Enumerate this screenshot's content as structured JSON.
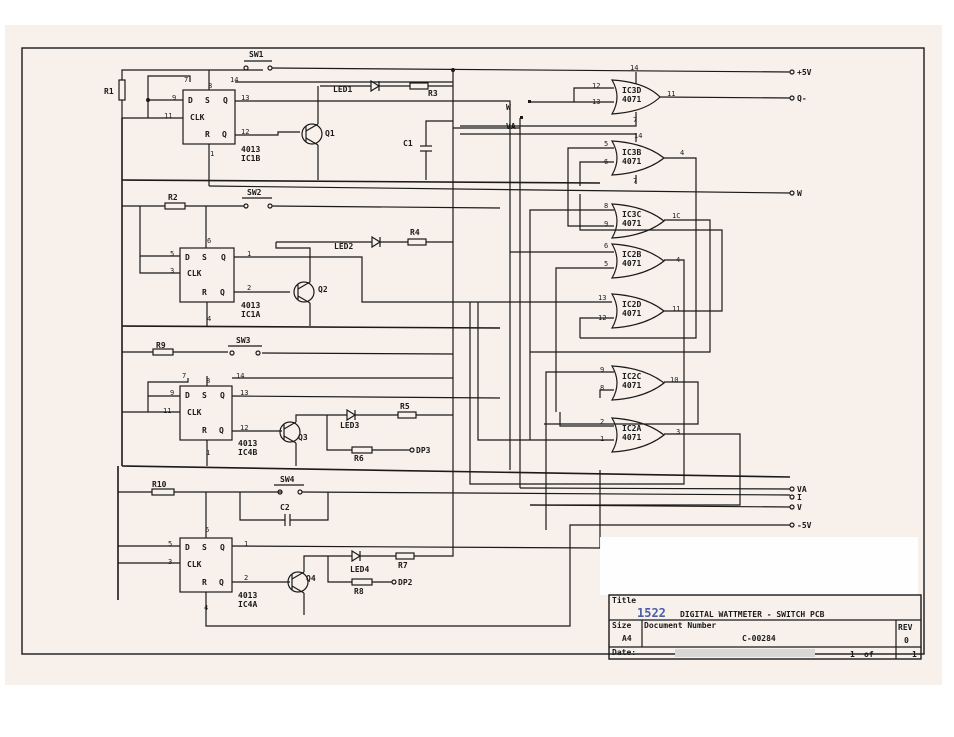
{
  "labels": {
    "r1": "R1",
    "r2": "R2",
    "r3": "R3",
    "r4": "R4",
    "r5": "R5",
    "r6": "R6",
    "r7": "R7",
    "r8": "R8",
    "r9": "R9",
    "r10": "R10",
    "sw1": "SW1",
    "sw2": "SW2",
    "sw3": "SW3",
    "sw4": "SW4",
    "led1": "LED1",
    "led2": "LED2",
    "led3": "LED3",
    "led4": "LED4",
    "q1": "Q1",
    "q2": "Q2",
    "q3": "Q3",
    "q4": "Q4",
    "c1": "C1",
    "c2": "C2",
    "ic1b_type": "4013",
    "ic1b": "IC1B",
    "ic1a_type": "4013",
    "ic1a": "IC1A",
    "ic4b_type": "4013",
    "ic4b": "IC4B",
    "ic4a_type": "4013",
    "ic4a": "IC4A",
    "gate_type": "4071",
    "ic3d": "IC3D",
    "ic3b": "IC3B",
    "ic3c": "IC3C",
    "ic2b": "IC2B",
    "ic2d": "IC2D",
    "ic2c": "IC2C",
    "ic2a": "IC2A",
    "ff_d": "D",
    "ff_s": "S",
    "ff_q": "Q",
    "ff_clk": "CLK",
    "ff_r": "R",
    "ff_qbar": "Q",
    "node_w": "W",
    "node_va": "VA",
    "dp3": "DP3",
    "dp2": "DP2",
    "out_p5v": "+5V",
    "out_q": "Q-",
    "out_w": "W",
    "out_va": "VA",
    "out_i": "I",
    "out_v": "V",
    "out_m5v": "-5V",
    "pins": {
      "a7": "7",
      "a8": "8",
      "a14": "14",
      "a9": "9",
      "a13": "13",
      "a11": "11",
      "a12": "12",
      "a1": "1",
      "b6": "6",
      "b5": "5",
      "b3": "3",
      "b1": "1",
      "b2": "2",
      "b4": "4",
      "c7": "7",
      "c8": "8",
      "c14": "14",
      "c9": "9",
      "c13": "13",
      "c11": "11",
      "c12": "12",
      "c1": "1",
      "d6": "6",
      "d5": "5",
      "d3": "3",
      "d1": "1",
      "d2": "2",
      "d4": "4",
      "g3d_14": "14",
      "g3d_12": "12",
      "g3d_13": "13",
      "g3d_11": "11",
      "g3d_7": "7",
      "g3b_14": "14",
      "g3b_5": "5",
      "g3b_6": "6",
      "g3b_4": "4",
      "g3b_7": "7",
      "g3c_8": "8",
      "g3c_9": "9",
      "g3c_10": "1C",
      "g2b_6": "6",
      "g2b_5": "5",
      "g2b_4": "4",
      "g2d_13": "13",
      "g2d_12": "12",
      "g2d_11": "11",
      "g2c_9": "9",
      "g2c_8": "8",
      "g2c_10": "10",
      "g2a_2": "2",
      "g2a_1": "1",
      "g2a_3": "3"
    }
  },
  "title_block": {
    "title_label": "Title",
    "title_number": "1522",
    "title_text": "DIGITAL WATTMETER - SWITCH PCB",
    "size_label": "Size",
    "size_value": "A4",
    "doc_label": "Document Number",
    "doc_value": "C-00284",
    "rev_label": "REV",
    "rev_value": "0",
    "date_label": "Date:",
    "sheet_value": "1",
    "sheet_of": "of",
    "sheet_total": "1"
  }
}
